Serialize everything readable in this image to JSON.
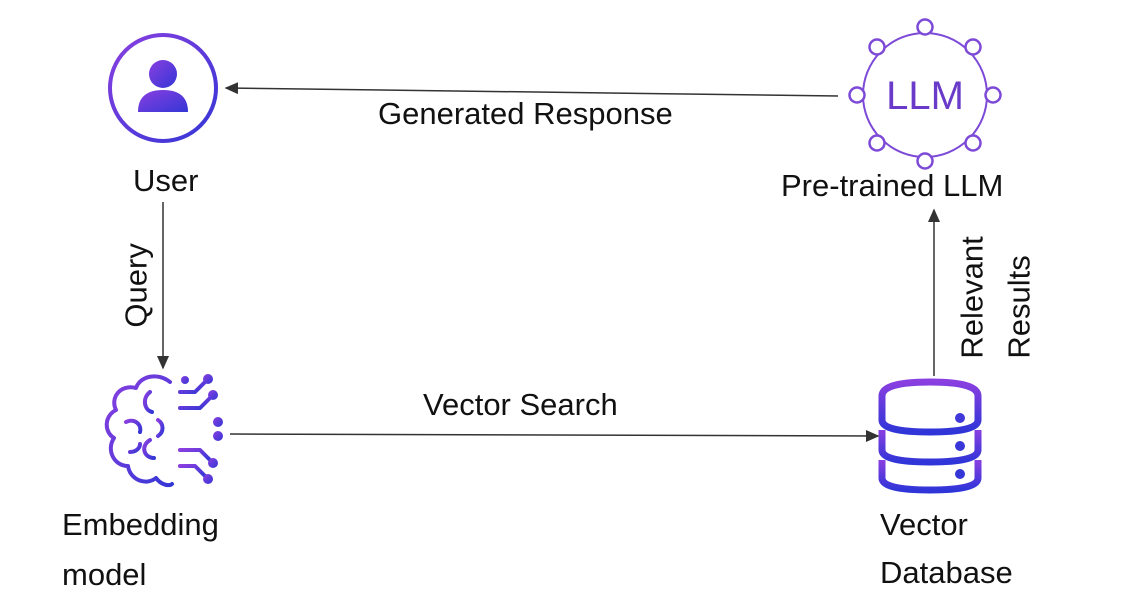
{
  "nodes": {
    "user": {
      "label": "User",
      "icon": "user-icon"
    },
    "llm": {
      "label": "Pre-trained LLM",
      "icon_text": "LLM",
      "icon": "llm-network-icon"
    },
    "embedding": {
      "label_line1": "Embedding",
      "label_line2": "model",
      "icon": "brain-circuit-icon"
    },
    "vector_db": {
      "label_line1": "Vector",
      "label_line2": "Database",
      "icon": "database-icon"
    }
  },
  "edges": {
    "generated_response": "Generated Response",
    "query": "Query",
    "vector_search": "Vector Search",
    "relevant_results_line1": "Relevant",
    "relevant_results_line2": "Results"
  },
  "colors": {
    "gradient_start": "#7b3fe0",
    "gradient_end": "#3b3ad8",
    "arrow": "#333333"
  }
}
